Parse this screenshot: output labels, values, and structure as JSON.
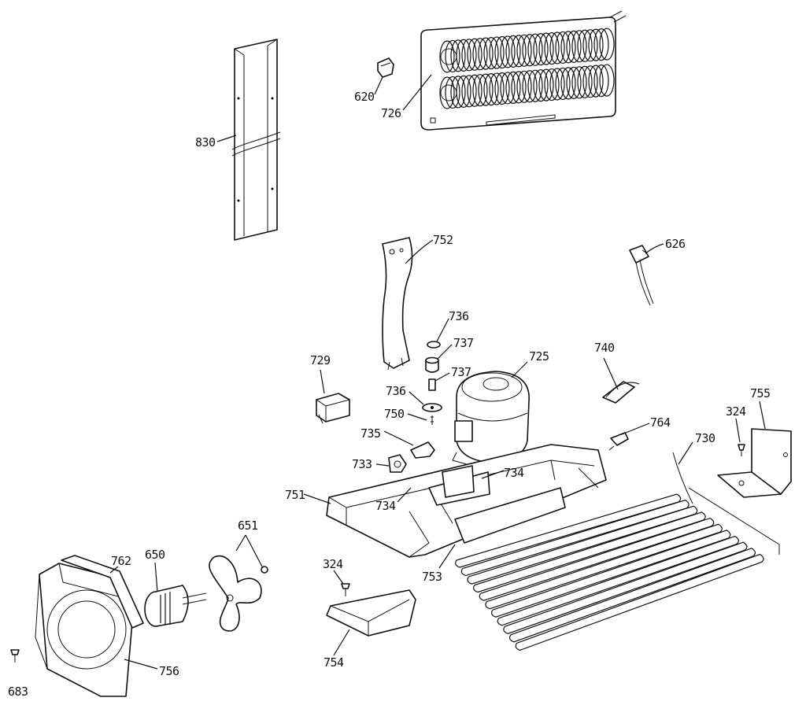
{
  "parts": {
    "p830": "830",
    "p620": "620",
    "p726": "726",
    "p752": "752",
    "p626": "626",
    "p736a": "736",
    "p737a": "737",
    "p725": "725",
    "p737b": "737",
    "p740": "740",
    "p729": "729",
    "p736b": "736",
    "p750": "750",
    "p755": "755",
    "p324a": "324",
    "p735": "735",
    "p764": "764",
    "p730": "730",
    "p733": "733",
    "p734a": "734",
    "p751": "751",
    "p734b": "734",
    "p651": "651",
    "p762": "762",
    "p650": "650",
    "p324b": "324",
    "p753": "753",
    "p756": "756",
    "p754": "754",
    "p683": "683"
  }
}
